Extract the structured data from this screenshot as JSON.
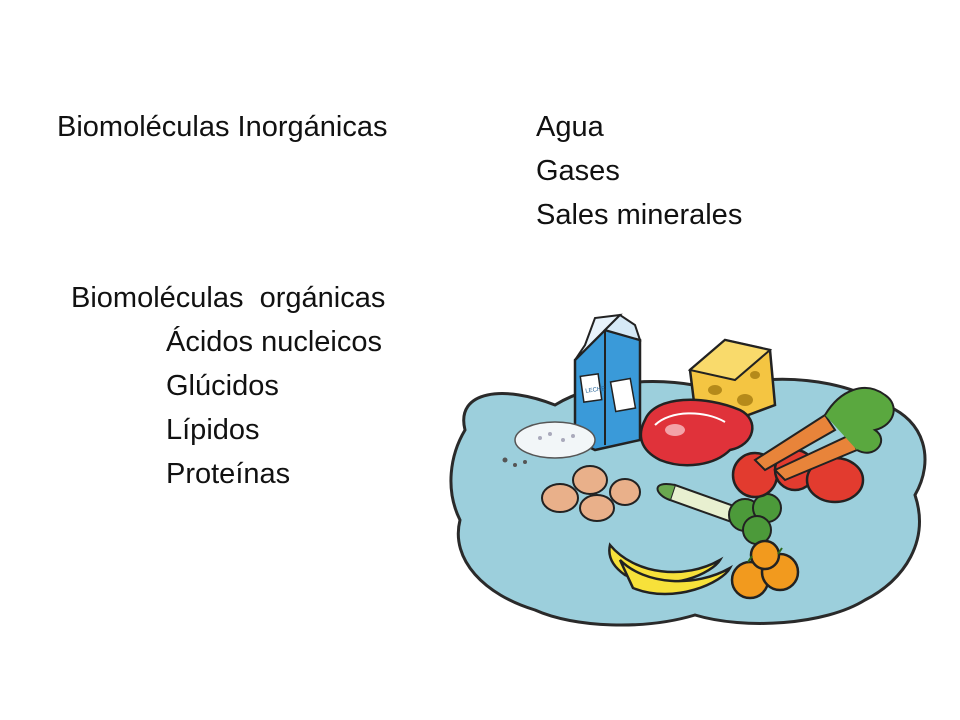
{
  "inorganic": {
    "title": "Biomoléculas Inorgánicas",
    "items": [
      "Agua",
      "Gases",
      "Sales minerales"
    ]
  },
  "organic": {
    "title": "Biomoléculas  orgánicas",
    "items": [
      "Ácidos nucleicos",
      "Glúcidos",
      "Lípidos",
      "Proteínas"
    ]
  },
  "illustration": {
    "carton_label": "LECHE"
  },
  "colors": {
    "plate": "#9ccfdc",
    "milk_carton": "#3a9ad9",
    "cheese": "#f4c542",
    "meat": "#e0323a",
    "tomato": "#e23b2f",
    "carrot": "#e8843a",
    "banana": "#f7e13a",
    "orange": "#f29a1e",
    "broccoli": "#4c9a3a",
    "egg": "#e9b08a"
  }
}
